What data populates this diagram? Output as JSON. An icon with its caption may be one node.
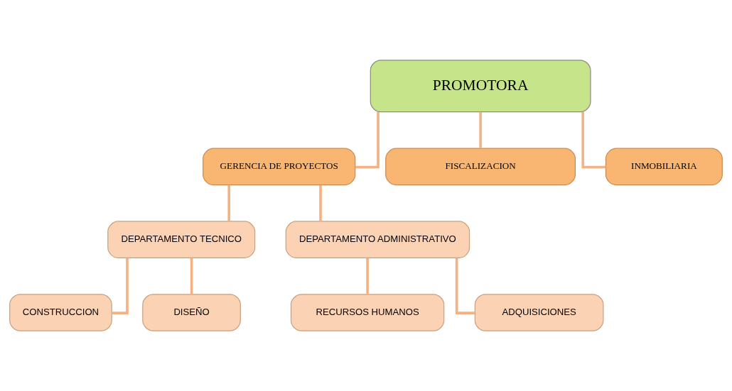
{
  "diagram": {
    "nodes": [
      {
        "text": [
          "PROMOTORA"
        ]
      },
      {
        "text": [
          "GERENCIA DE PROYECTOS"
        ]
      },
      {
        "text": [
          "FISCALIZACION"
        ]
      },
      {
        "text": [
          "INMOBILIARIA"
        ]
      },
      {
        "text": [
          "DEPARTAMENTO TECNICO"
        ]
      },
      {
        "text": [
          "DEPARTAMENTO ADMINISTRATIVO"
        ]
      },
      {
        "text": [
          "CONSTRUCCION"
        ]
      },
      {
        "text": [
          "DISEÑO"
        ]
      },
      {
        "text": [
          "RECURSOS HUMANOS"
        ]
      },
      {
        "text": [
          "ADQUISICIONES"
        ]
      }
    ],
    "edges": [
      {
        "from": 0,
        "to": 1,
        "arrow": "none"
      },
      {
        "from": 0,
        "to": 2,
        "arrow": "none"
      },
      {
        "from": 0,
        "to": 3,
        "arrow": "none"
      },
      {
        "from": 1,
        "to": 4,
        "arrow": "none"
      },
      {
        "from": 1,
        "to": 5,
        "arrow": "none"
      },
      {
        "from": 4,
        "to": 6,
        "arrow": "none"
      },
      {
        "from": 4,
        "to": 7,
        "arrow": "none"
      },
      {
        "from": 5,
        "to": 8,
        "arrow": "none"
      },
      {
        "from": 5,
        "to": 9,
        "arrow": "none"
      }
    ]
  }
}
